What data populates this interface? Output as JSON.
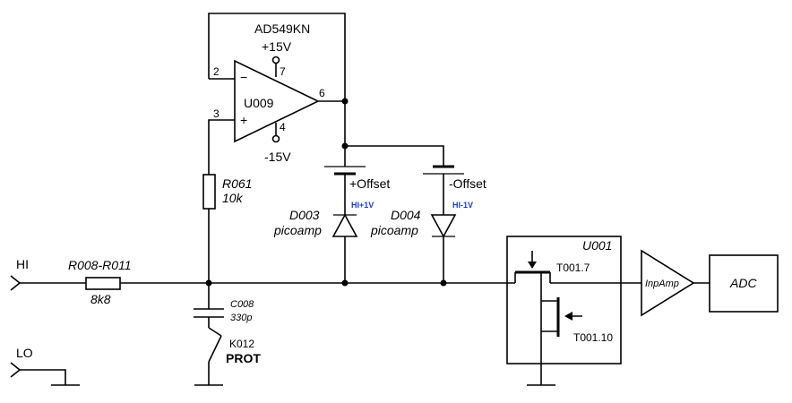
{
  "colors": {
    "wire": "#000000",
    "annotation": "#1a3ccc",
    "background": "#ffffff"
  },
  "labels": {
    "opamp_part": "AD549KN",
    "opamp_ref": "U009",
    "supply_pos": "+15V",
    "supply_neg": "-15V",
    "pin_2": "2",
    "pin_3": "3",
    "pin_6": "6",
    "pin_7": "7",
    "pin_4": "4",
    "inv_sign": "−",
    "noninv_sign": "+",
    "hi": "HI",
    "lo": "LO",
    "r_in_ref": "R008-R011",
    "r_in_val": "8k8",
    "r_fb_ref": "R061",
    "r_fb_val": "10k",
    "c_ref": "C008",
    "c_val": "330p",
    "k_ref": "K012",
    "k_name": "PROT",
    "offset_pos": "+Offset",
    "offset_neg": "-Offset",
    "d1_ref": "D003",
    "d1_type": "picoamp",
    "d1_note": "HI+1V",
    "d2_ref": "D004",
    "d2_type": "picoamp",
    "d2_note": "HI-1V",
    "u001": "U001",
    "t1": "T001.7",
    "t2": "T001.10",
    "inamp": "InpAmp",
    "adc": "ADC"
  }
}
